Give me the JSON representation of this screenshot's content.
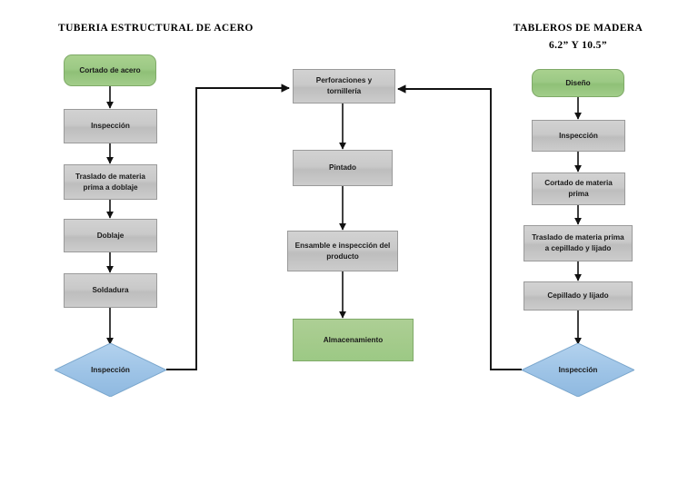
{
  "diagram": {
    "type": "flowchart",
    "titles": [
      {
        "id": "left-title",
        "text": "TUBERIA ESTRUCTURAL DE ACERO"
      },
      {
        "id": "right-title",
        "text": "TABLEROS DE MADERA"
      },
      {
        "id": "right-subtitle",
        "text": "6.2” Y 10.5”"
      }
    ],
    "colors": {
      "terminator_green": "#9CC985",
      "process_gray": "#C8C8C8",
      "decision_blue": "#9DC3E6",
      "connector": "#000000",
      "text": "#1A1A1A"
    },
    "columns": {
      "left": {
        "name": "TUBERIA ESTRUCTURAL DE ACERO",
        "nodes": [
          {
            "id": "left-1",
            "label": "Cortado de acero",
            "shape": "terminator"
          },
          {
            "id": "left-2",
            "label": "Inspección",
            "shape": "process"
          },
          {
            "id": "left-3",
            "label": "Traslado de materia prima a doblaje",
            "shape": "process"
          },
          {
            "id": "left-4",
            "label": "Doblaje",
            "shape": "process"
          },
          {
            "id": "left-5",
            "label": "Soldadura",
            "shape": "process"
          },
          {
            "id": "left-6",
            "label": "Inspección",
            "shape": "decision"
          }
        ]
      },
      "center": {
        "name": "",
        "nodes": [
          {
            "id": "center-1",
            "label": "Perforaciones y tornillería",
            "shape": "process"
          },
          {
            "id": "center-2",
            "label": "Pintado",
            "shape": "process"
          },
          {
            "id": "center-3",
            "label": "Ensamble e inspección del producto",
            "shape": "process"
          },
          {
            "id": "center-4",
            "label": "Almacenamiento",
            "shape": "storage"
          }
        ]
      },
      "right": {
        "name": "TABLEROS DE MADERA",
        "nodes": [
          {
            "id": "right-1",
            "label": "Diseño",
            "shape": "terminator"
          },
          {
            "id": "right-2",
            "label": "Inspección",
            "shape": "process"
          },
          {
            "id": "right-3",
            "label": "Cortado de materia prima",
            "shape": "process"
          },
          {
            "id": "right-4",
            "label": "Traslado de materia prima a cepillado y lijado",
            "shape": "process"
          },
          {
            "id": "right-5",
            "label": "Cepillado y lijado",
            "shape": "process"
          },
          {
            "id": "right-6",
            "label": "Inspección",
            "shape": "decision"
          }
        ]
      }
    },
    "connectors": [
      {
        "from": "left-1",
        "to": "left-2",
        "style": "arrow-down"
      },
      {
        "from": "left-2",
        "to": "left-3",
        "style": "arrow-down"
      },
      {
        "from": "left-3",
        "to": "left-4",
        "style": "arrow-down"
      },
      {
        "from": "left-4",
        "to": "left-5",
        "style": "arrow-down"
      },
      {
        "from": "left-5",
        "to": "left-6",
        "style": "arrow-down"
      },
      {
        "from": "left-6",
        "to": "center-1",
        "style": "elbow-right-up-right"
      },
      {
        "from": "center-1",
        "to": "center-2",
        "style": "arrow-down"
      },
      {
        "from": "center-2",
        "to": "center-3",
        "style": "arrow-down"
      },
      {
        "from": "center-3",
        "to": "center-4",
        "style": "arrow-down"
      },
      {
        "from": "right-1",
        "to": "right-2",
        "style": "arrow-down"
      },
      {
        "from": "right-2",
        "to": "right-3",
        "style": "arrow-down"
      },
      {
        "from": "right-3",
        "to": "right-4",
        "style": "arrow-down"
      },
      {
        "from": "right-4",
        "to": "right-5",
        "style": "arrow-down"
      },
      {
        "from": "right-5",
        "to": "right-6",
        "style": "arrow-down"
      },
      {
        "from": "right-6",
        "to": "center-1",
        "style": "elbow-left-up-left"
      }
    ]
  }
}
